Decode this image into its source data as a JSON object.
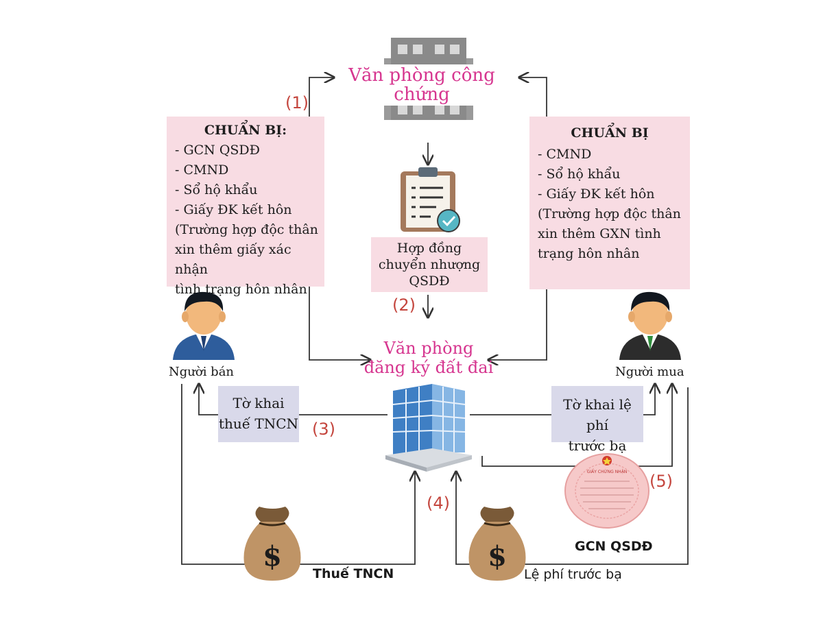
{
  "notary_office": {
    "title": "Văn phòng công chứng"
  },
  "seller_prep": {
    "heading": "CHUẨN BỊ:",
    "items": [
      "- GCN QSDĐ",
      "- CMND",
      "- Sổ hộ khẩu",
      "- Giấy ĐK kết hôn"
    ],
    "note_lines": [
      "(Trường hợp độc thân",
      "xin thêm giấy xác nhận",
      "tình trạng hôn nhân"
    ]
  },
  "buyer_prep": {
    "heading": "CHUẨN BỊ",
    "items": [
      "- CMND",
      "- Sổ hộ khẩu",
      "- Giấy ĐK kết hôn"
    ],
    "note_lines": [
      "(Trường hợp độc thân",
      "xin thêm GXN tình",
      "trạng hôn nhân"
    ]
  },
  "contract": {
    "lines": [
      "Hợp đồng",
      "chuyển nhượng",
      "QSDĐ"
    ]
  },
  "land_office": {
    "lines": [
      "Văn phòng",
      "đăng ký đất đai"
    ]
  },
  "seller": {
    "label": "Người bán"
  },
  "buyer": {
    "label": "Người mua"
  },
  "pit_form": {
    "lines": [
      "Tờ khai",
      "thuế TNCN"
    ]
  },
  "fee_form": {
    "lines": [
      "Tờ khai lệ phí",
      "trước bạ"
    ]
  },
  "pit_tax": {
    "label": "Thuế TNCN"
  },
  "reg_fee": {
    "label": "Lệ phí trước bạ"
  },
  "certificate": {
    "label": "GCN QSDĐ",
    "header": "GIẤY CHỨNG NHẬN"
  },
  "steps": [
    "(1)",
    "(2)",
    "(3)",
    "(4)",
    "(5)"
  ],
  "money_symbol": "$",
  "colors": {
    "pink_title": "#d6358f",
    "pink_box": "#f8dce3",
    "blue_box": "#d9d9ea",
    "step_red": "#c4453d"
  }
}
